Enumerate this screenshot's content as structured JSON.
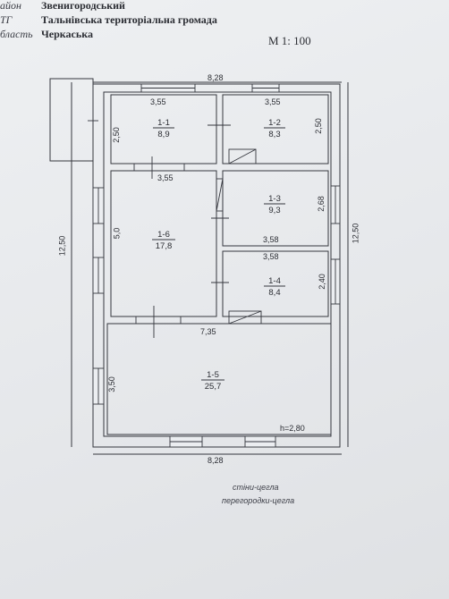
{
  "header": {
    "district_label": "айон",
    "district_value": "Звенигородський",
    "community_label": "ТГ",
    "community_value": "Тальнівська територіальна громада",
    "region_label": "бласть",
    "region_value": "Черкаська"
  },
  "scale": "М 1: 100",
  "dimensions": {
    "top_total": "8,28",
    "bottom_total": "8,28",
    "left_total": "12,50",
    "right_total": "12,50",
    "r11_top": "3,55",
    "r12_top": "3,55",
    "r11_height": "2,50",
    "r12_height": "2,50",
    "r16_top": "3,55",
    "r16_height": "5,0",
    "r13_height": "2,68",
    "r13_bottom": "3,58",
    "r14_top": "3,58",
    "r14_height": "2,40",
    "r15_top": "7,35",
    "r15_height": "3,50",
    "ceiling_height": "h=2,80"
  },
  "rooms": [
    {
      "id": "1-1",
      "area": "8,9"
    },
    {
      "id": "1-2",
      "area": "8,3"
    },
    {
      "id": "1-3",
      "area": "9,3"
    },
    {
      "id": "1-4",
      "area": "8,4"
    },
    {
      "id": "1-5",
      "area": "25,7"
    },
    {
      "id": "1-6",
      "area": "17,8"
    }
  ],
  "legend": {
    "walls": "стіни-цегла",
    "partitions": "перегородки-цегла"
  }
}
